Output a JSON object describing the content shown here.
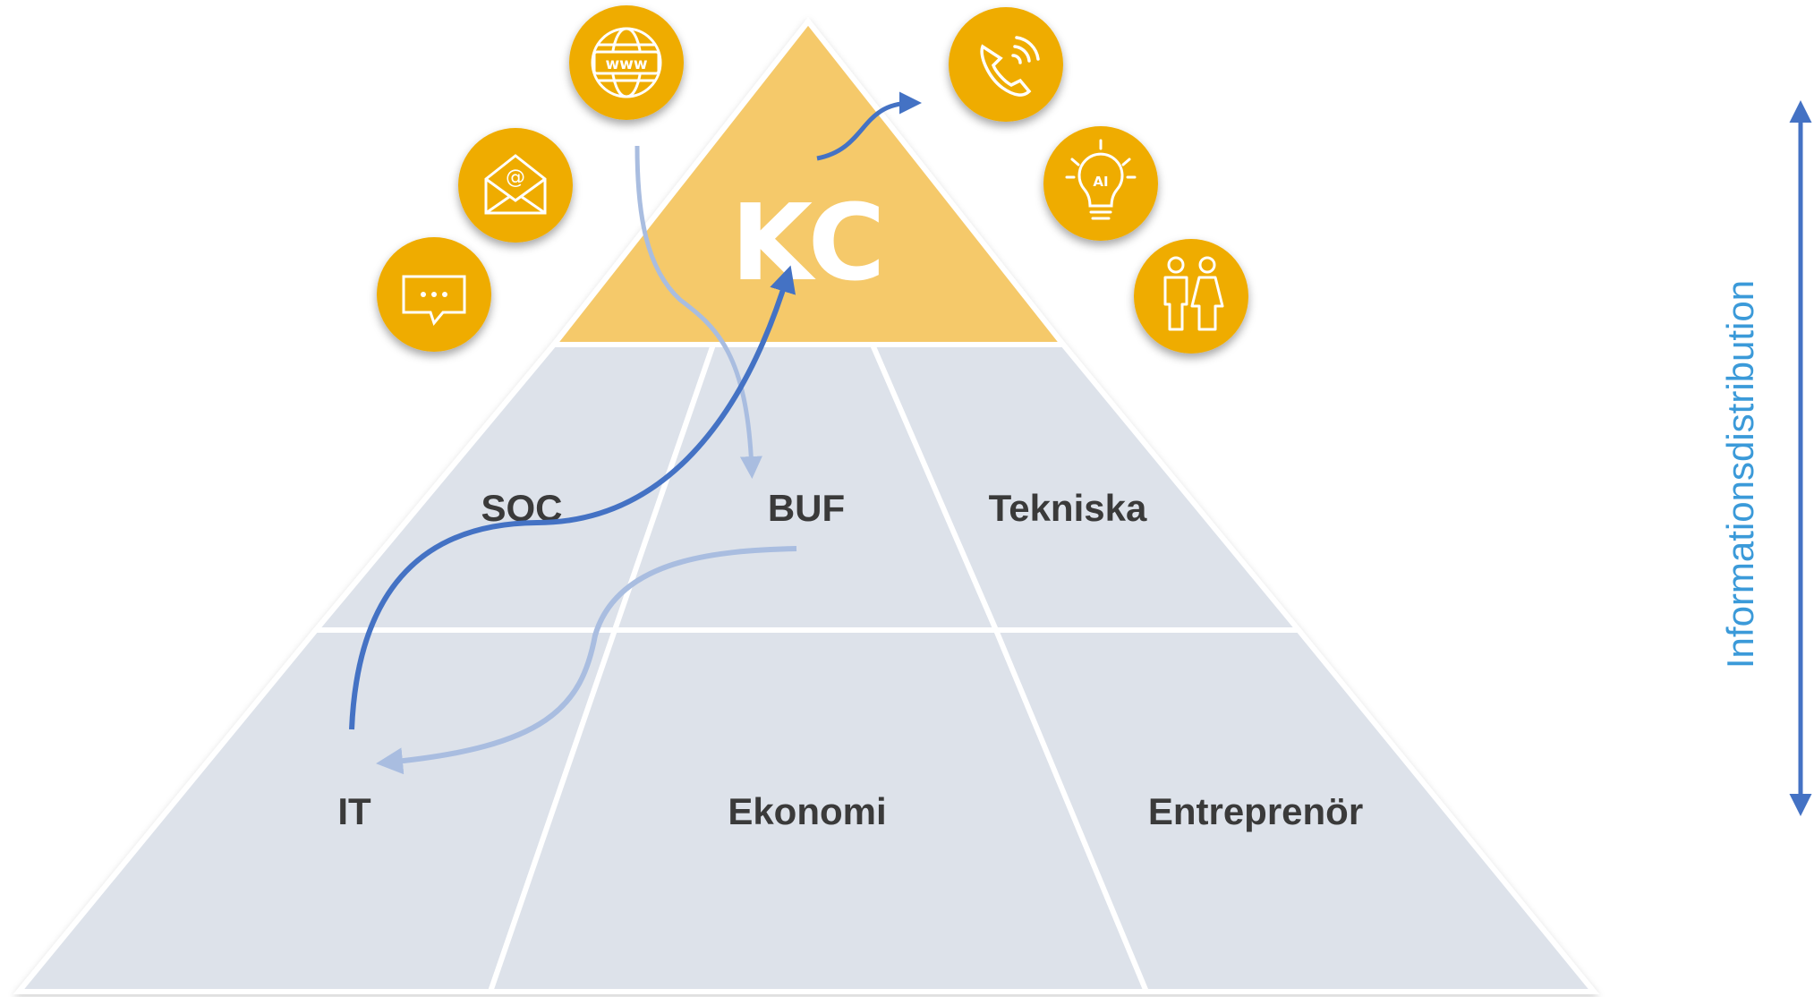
{
  "apex": {
    "label": "KC"
  },
  "segments": {
    "soc": "SOC",
    "buf": "BUF",
    "tekniska": "Tekniska",
    "it": "IT",
    "ekonomi": "Ekonomi",
    "entreprenor": "Entreprenör"
  },
  "side_axis": {
    "label": "Informationsdistribution"
  },
  "channels_left": [
    "chat-icon",
    "email-icon",
    "web-icon"
  ],
  "channels_right": [
    "phone-icon",
    "ai-lightbulb-icon",
    "people-icon"
  ],
  "colors": {
    "apex": "#f5c96b",
    "circle": "#efac00",
    "segment": "#dde2ea",
    "arrow_dark": "#4472c4",
    "arrow_light": "#a9bde0",
    "side_text": "#3b9ad9"
  }
}
